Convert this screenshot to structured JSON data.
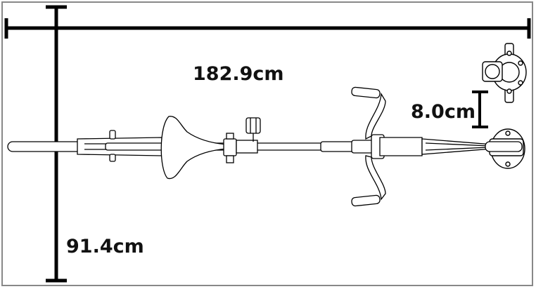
{
  "diagram": {
    "length_label": "182.9cm",
    "clearance_label": "8.0cm",
    "height_label": "91.4cm",
    "line_color": "#000000",
    "frame_color": "#888888",
    "background": "#ffffff"
  }
}
